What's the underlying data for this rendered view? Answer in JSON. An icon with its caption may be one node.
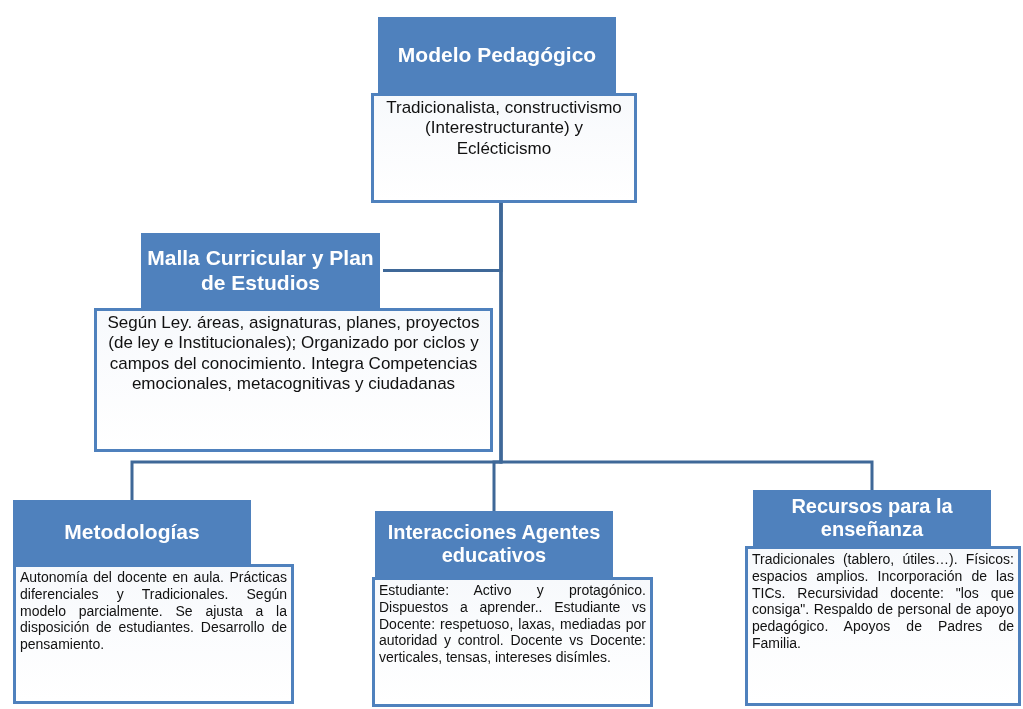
{
  "diagram": {
    "nodes": [
      {
        "text": [
          "Modelo Pedagógico",
          "Tradicionalista, constructivismo (Interestructurante) y Eclécticismo"
        ]
      },
      {
        "text": [
          "Malla Curricular y Plan de Estudios",
          "Según Ley.  áreas, asignaturas, planes, proyectos (de ley e Institucionales); Organizado por ciclos y campos del conocimiento. Integra Competencias emocionales, metacognitivas y ciudadanas"
        ]
      },
      {
        "text": [
          "Metodologías",
          "Autonomía del docente en aula. Prácticas diferenciales y Tradicionales.   Según modelo parcialmente. Se ajusta a la disposición de estudiantes. Desarrollo de pensamiento."
        ]
      },
      {
        "text": [
          "Interacciones Agentes educativos",
          "Estudiante: Activo y protagónico. Dispuestos a aprender.. Estudiante vs Docente: respetuoso, laxas, mediadas por autoridad y control. Docente vs Docente: verticales, tensas, intereses disímles."
        ]
      },
      {
        "text": [
          "Recursos para la enseñanza",
          "Tradicionales (tablero, útiles…). Físicos: espacios amplios. Incorporación de las TICs. Recursividad docente: \"los que consiga\".  Respaldo de personal de apoyo pedagógico. Apoyos de Padres de Familia."
        ]
      }
    ],
    "edges": [
      {
        "from": 0,
        "to": 1,
        "arrow": "none"
      },
      {
        "from": 0,
        "to": 2,
        "arrow": "none"
      },
      {
        "from": 0,
        "to": 3,
        "arrow": "none"
      },
      {
        "from": 0,
        "to": 4,
        "arrow": "none"
      }
    ]
  }
}
